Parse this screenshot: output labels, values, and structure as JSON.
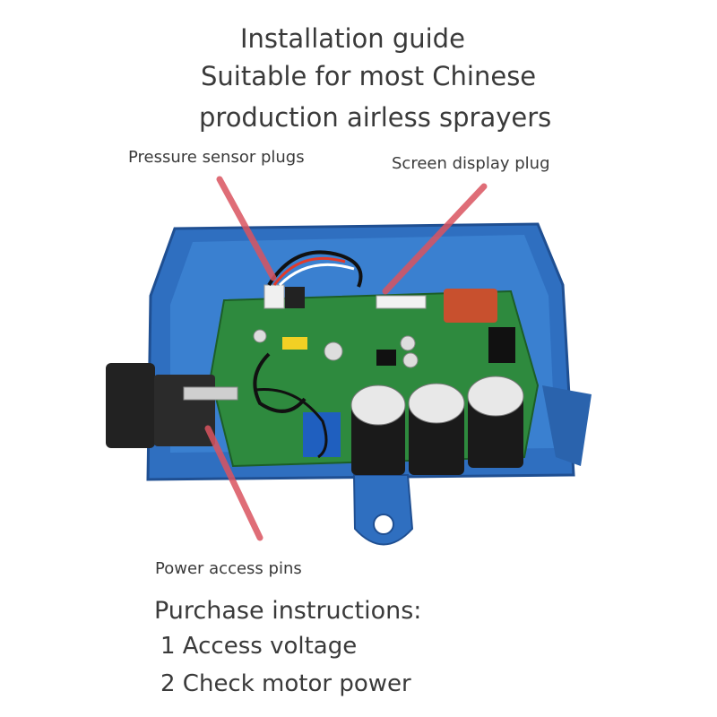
{
  "title": {
    "line1": "Installation guide",
    "line2": "Suitable for most Chinese",
    "line3": "production airless sprayers"
  },
  "callouts": {
    "pressure_sensor": "Pressure sensor plugs",
    "screen_display": "Screen display plug",
    "power_access": "Power access pins"
  },
  "purchase": {
    "heading": "Purchase instructions:",
    "item1": "1 Access voltage",
    "item2": "2 Check motor power"
  },
  "colors": {
    "enclosure": "#2f6fc0",
    "pcb": "#2e8a3e",
    "arrow": "#d9535f"
  }
}
